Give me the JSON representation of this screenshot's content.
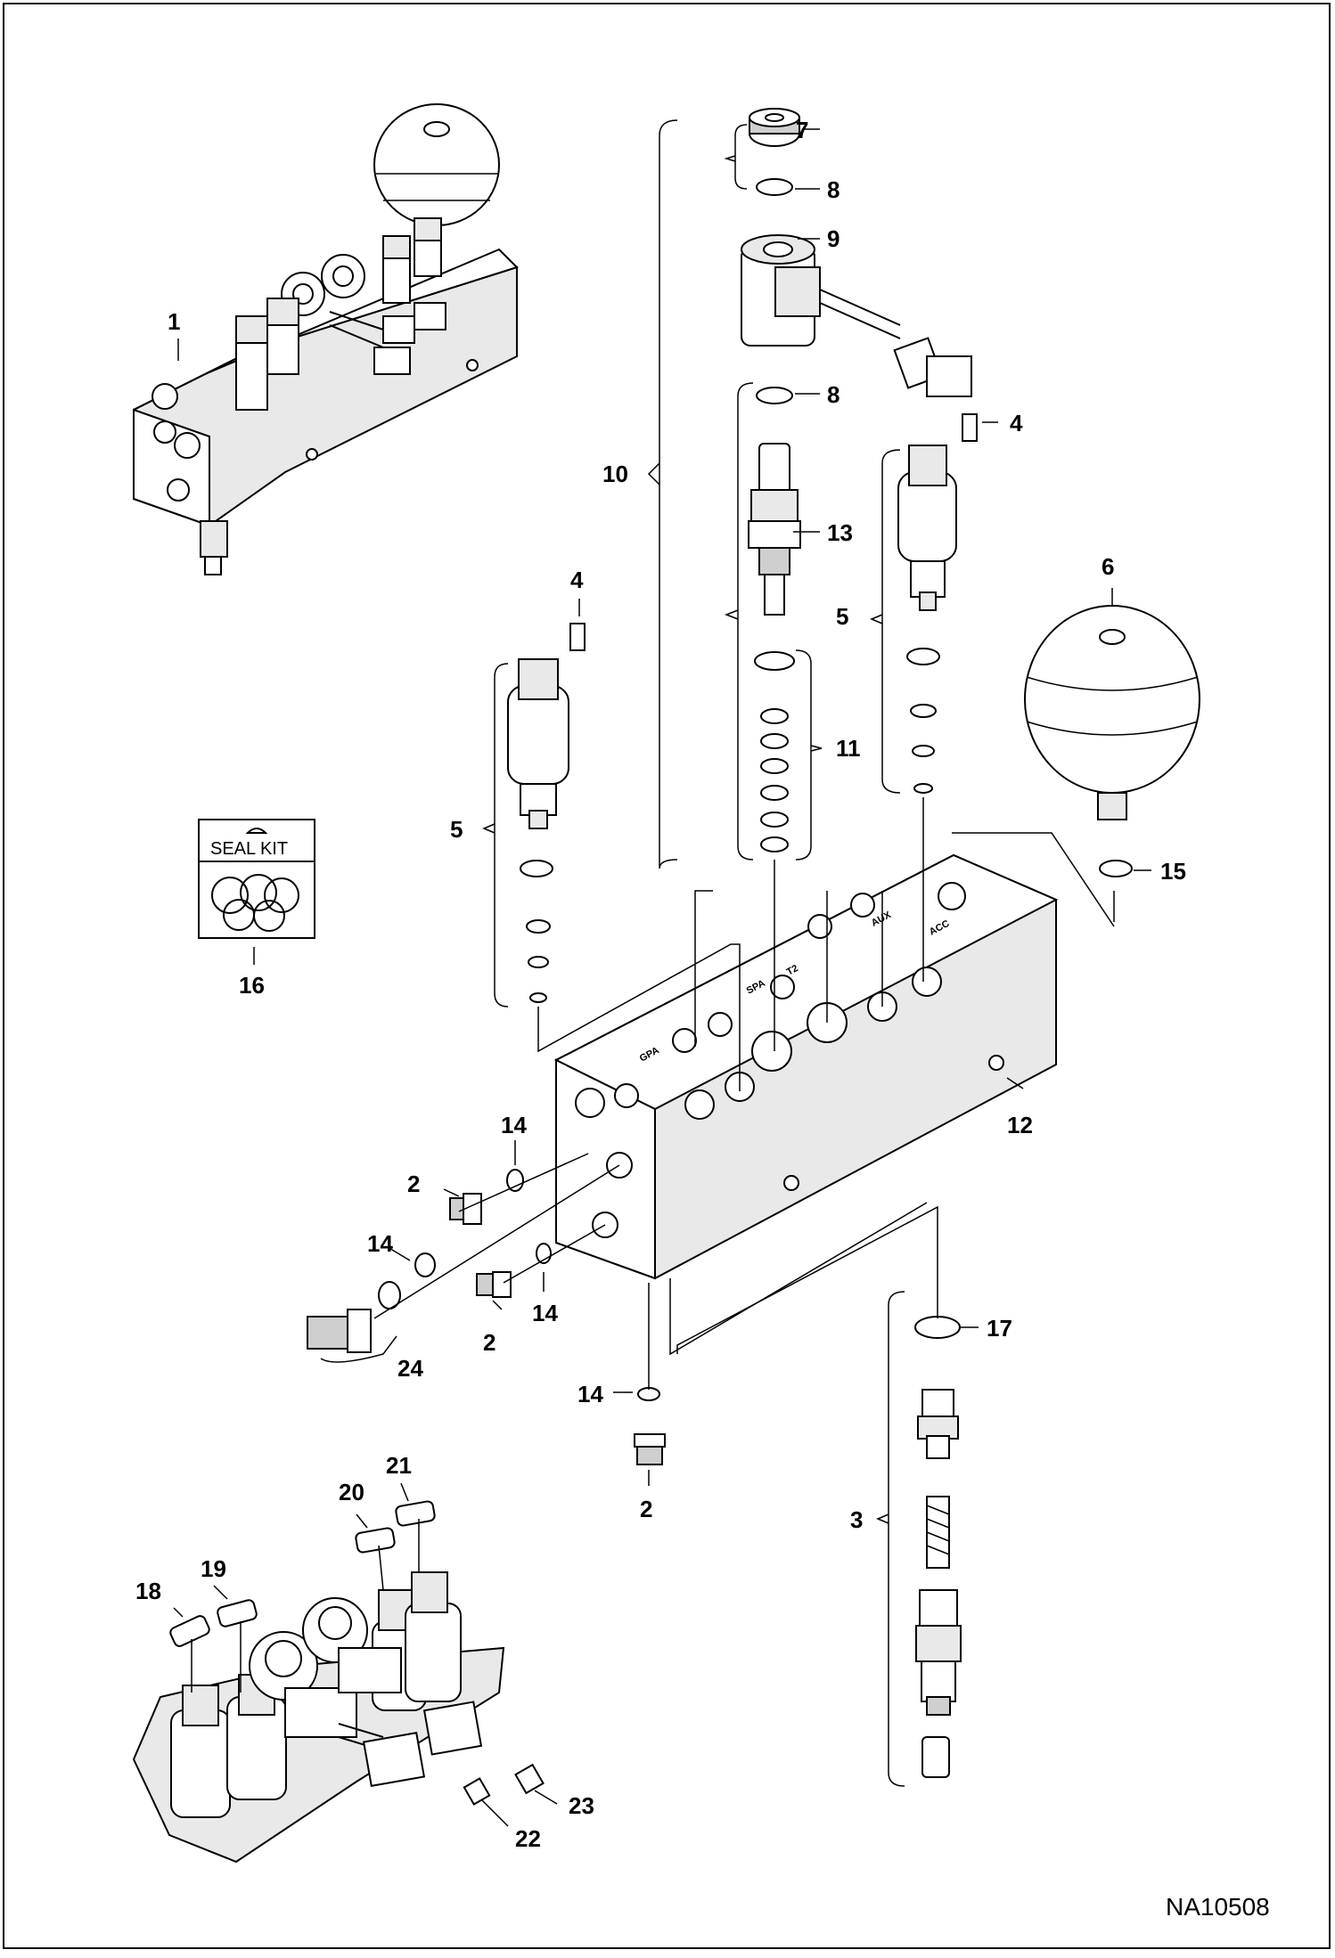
{
  "figure_id": "NA10508",
  "seal_kit_label": "SEAL KIT",
  "port_stamps": [
    "GPA",
    "SPA",
    "T2",
    "AUX",
    "ACC"
  ],
  "callouts": {
    "c1": "1",
    "c2a": "2",
    "c2b": "2",
    "c2c": "2",
    "c3": "3",
    "c4a": "4",
    "c4b": "4",
    "c5a": "5",
    "c5b": "5",
    "c6": "6",
    "c7": "7",
    "c8a": "8",
    "c8b": "8",
    "c9": "9",
    "c10": "10",
    "c11": "11",
    "c12": "12",
    "c13": "13",
    "c14a": "14",
    "c14b": "14",
    "c14c": "14",
    "c14d": "14",
    "c15": "15",
    "c16": "16",
    "c17": "17",
    "c18": "18",
    "c19": "19",
    "c20": "20",
    "c21": "21",
    "c22": "22",
    "c23": "23",
    "c24": "24"
  }
}
